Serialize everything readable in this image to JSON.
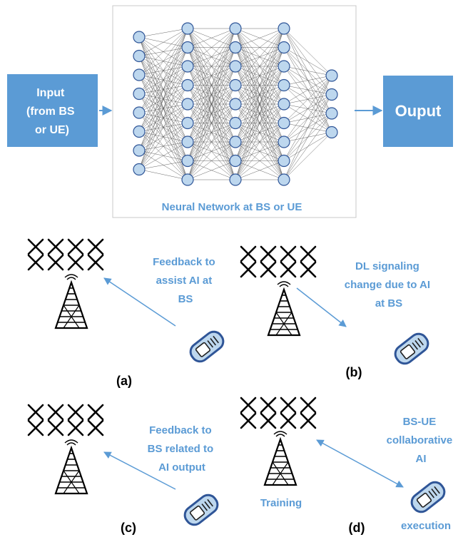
{
  "top": {
    "input_lines": [
      "Input",
      "(from BS",
      "or UE)"
    ],
    "output_label": "Ouput",
    "nn_caption": "Neural Network at BS or UE",
    "layers": [
      8,
      9,
      9,
      9,
      4
    ]
  },
  "panels": [
    {
      "id": "a",
      "caption": "(a)",
      "text_lines": [
        "Feedback to",
        "assist AI at",
        "BS"
      ],
      "arrow": "ue-to-bs"
    },
    {
      "id": "b",
      "caption": "(b)",
      "text_lines": [
        "DL signaling",
        "change due to AI",
        "at BS"
      ],
      "arrow": "bs-to-ue"
    },
    {
      "id": "c",
      "caption": "(c)",
      "text_lines": [
        "Feedback to",
        "BS related to",
        "AI output"
      ],
      "arrow": "ue-to-bs"
    },
    {
      "id": "d",
      "caption": "(d)",
      "text_lines": [
        "BS-UE",
        "collaborative",
        "AI"
      ],
      "arrow": "both",
      "training_label": "Training",
      "execution_label": "execution"
    }
  ],
  "colors": {
    "accent": "#5b9bd5",
    "node_fill": "#bdd7ee",
    "node_stroke": "#2f5597"
  }
}
